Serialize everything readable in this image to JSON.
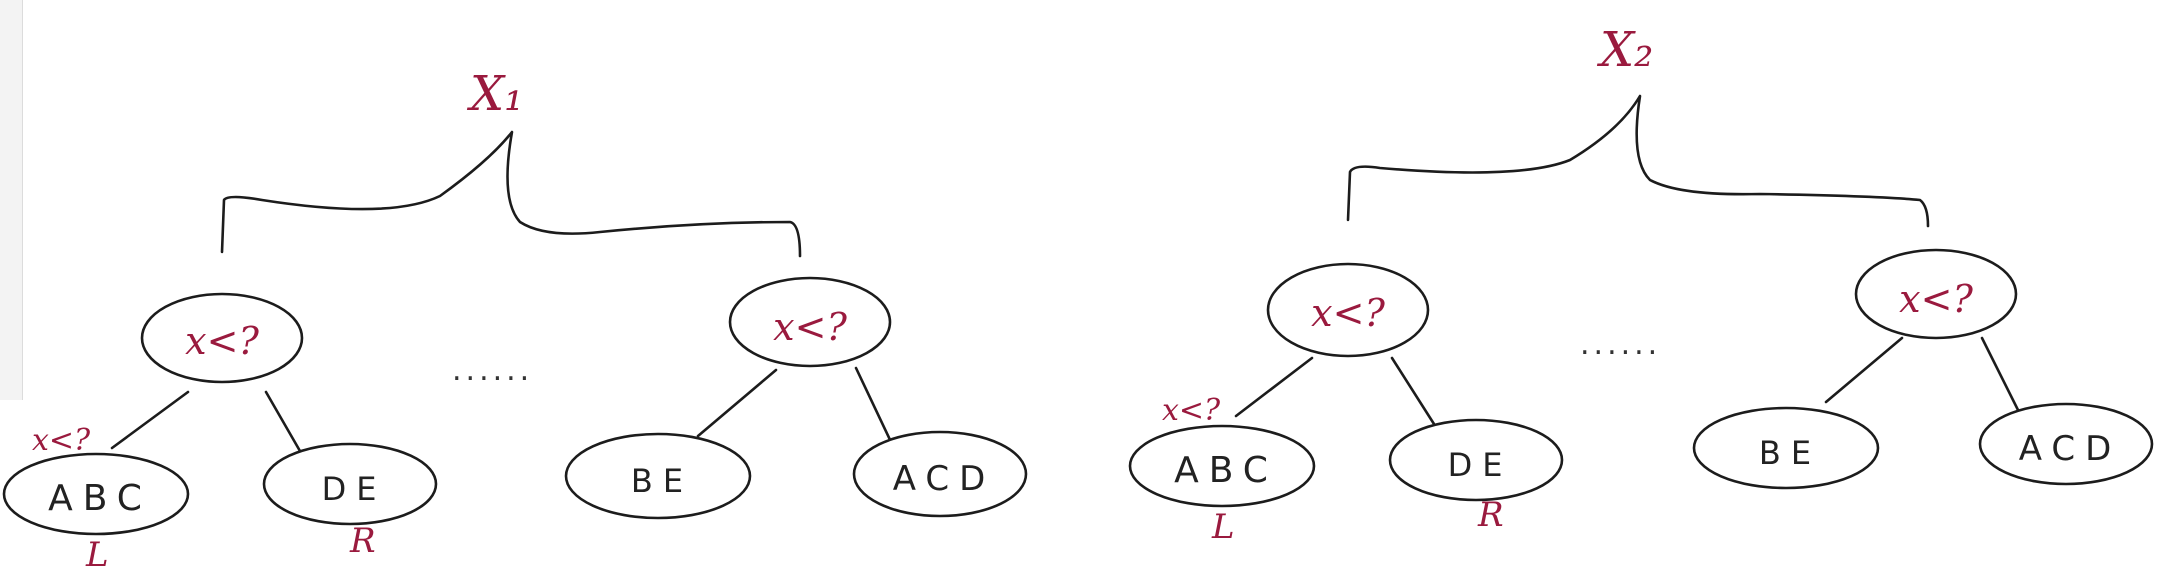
{
  "colors": {
    "ink": "#1c1c1c",
    "label_red": "#9a1a3e",
    "background": "#ffffff"
  },
  "trees": [
    {
      "feature_label": "X₁",
      "ellipsis": "......",
      "split_nodes": [
        {
          "text": "x<?"
        },
        {
          "text": "x<?"
        }
      ],
      "leaves": [
        {
          "text": "ABC",
          "side_label": "L",
          "split_label": "x<?"
        },
        {
          "text": "DE",
          "side_label": "R"
        },
        {
          "text": "BE"
        },
        {
          "text": "ACD"
        }
      ]
    },
    {
      "feature_label": "X₂",
      "ellipsis": "......",
      "split_nodes": [
        {
          "text": "x<?"
        },
        {
          "text": "x<?"
        }
      ],
      "leaves": [
        {
          "text": "ABC",
          "side_label": "L",
          "split_label": "x<?"
        },
        {
          "text": "DE",
          "side_label": "R"
        },
        {
          "text": "BE"
        },
        {
          "text": "ACD"
        }
      ]
    }
  ]
}
